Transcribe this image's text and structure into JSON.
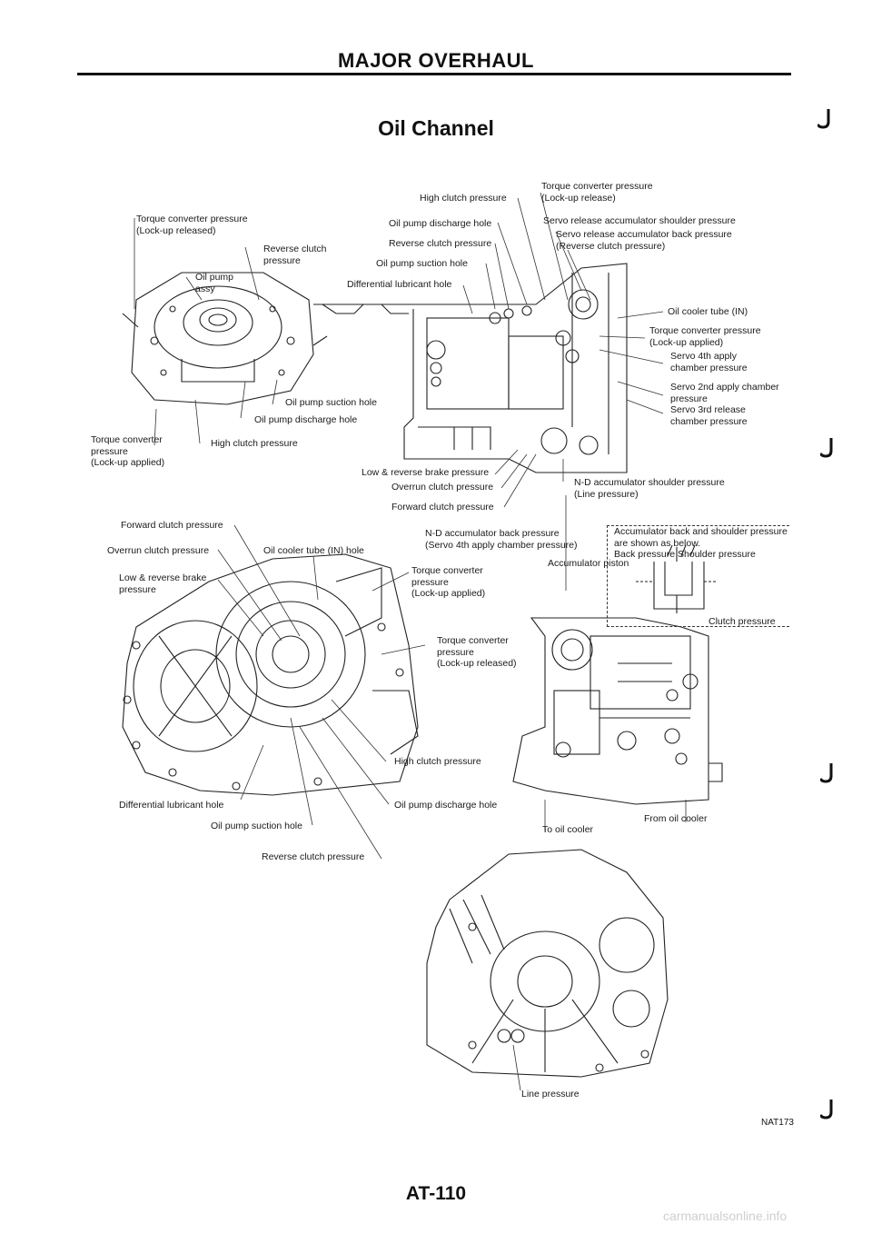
{
  "header": {
    "section": "MAJOR OVERHAUL",
    "title": "Oil Channel"
  },
  "top_left": {
    "torque_released": "Torque converter pressure\n(Lock-up released)",
    "reverse_clutch": "Reverse clutch\npressure",
    "oil_pump_assy": "Oil pump\nassy",
    "torque_applied": "Torque converter\npressure\n(Lock-up applied)",
    "pump_suction": "Oil pump suction hole",
    "pump_discharge": "Oil pump discharge hole",
    "high_clutch": "High clutch pressure"
  },
  "top_center": {
    "high_clutch": "High clutch pressure",
    "pump_discharge": "Oil pump discharge hole",
    "reverse_clutch": "Reverse clutch pressure",
    "pump_suction": "Oil pump suction hole",
    "diff_lubricant": "Differential lubricant hole",
    "low_reverse": "Low & reverse brake pressure",
    "overrun": "Overrun clutch pressure",
    "forward": "Forward clutch pressure"
  },
  "top_right": {
    "torque_release": "Torque converter pressure\n(Lock-up release)",
    "servo_release_shoulder": "Servo release accumulator shoulder pressure",
    "servo_release_back": "Servo release accumulator back pressure\n(Reverse clutch pressure)",
    "oil_cooler_in": "Oil cooler tube (IN)",
    "torque_applied": "Torque converter pressure\n(Lock-up applied)",
    "servo4": "Servo 4th apply\nchamber pressure",
    "servo2": "Servo 2nd apply chamber\npressure",
    "servo3": "Servo 3rd release\nchamber pressure",
    "nd_shoulder": "N-D accumulator shoulder pressure\n(Line pressure)"
  },
  "middle_left": {
    "forward": "Forward clutch pressure",
    "overrun": "Overrun clutch pressure",
    "cooler_hole": "Oil cooler tube (IN) hole",
    "low_reverse": "Low & reverse brake\npressure",
    "torque_applied": "Torque converter\npressure\n(Lock-up applied)",
    "torque_released": "Torque converter\npressure\n(Lock-up released)",
    "high_clutch": "High clutch pressure",
    "diff_lubricant": "Differential lubricant hole",
    "pump_discharge": "Oil pump discharge hole",
    "pump_suction": "Oil pump suction hole",
    "reverse_clutch": "Reverse clutch pressure"
  },
  "middle_right": {
    "nd_back": "N-D accumulator back pressure\n(Servo 4th apply chamber pressure)",
    "accum_note": "Accumulator back and shoulder pressure\nare shown as below.\nBack pressure Shoulder pressure",
    "accum_piston": "Accumulator piston",
    "clutch_pressure": "Clutch pressure",
    "to_cooler": "To oil cooler",
    "from_cooler": "From oil cooler"
  },
  "bottom": {
    "line_pressure": "Line pressure"
  },
  "footer": {
    "page": "AT-110",
    "code": "NAT173",
    "watermark": "carmanualsonline.info"
  }
}
